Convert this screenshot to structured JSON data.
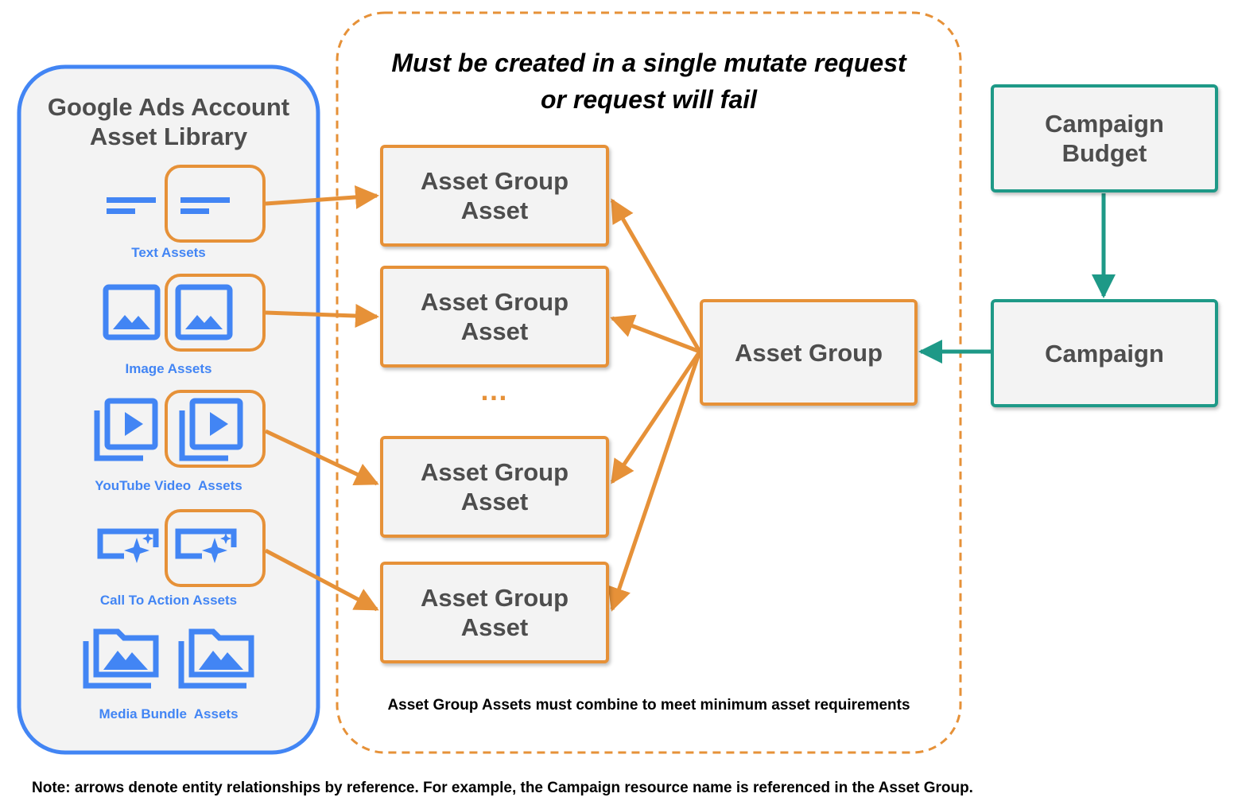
{
  "colors": {
    "library_border": "#4285f4",
    "asset_blue": "#4285f4",
    "orange": "#e69138",
    "teal": "#1e9987",
    "panel_fill": "#f3f3f3",
    "text_gray": "#4d4d4d"
  },
  "library": {
    "title_line1": "Google Ads Account",
    "title_line2": "Asset Library",
    "groups": [
      {
        "label": "Text Assets",
        "icon": "text-lines-icon"
      },
      {
        "label": "Image Assets",
        "icon": "image-icon"
      },
      {
        "label": "YouTube Video  Assets",
        "icon": "video-library-icon"
      },
      {
        "label": "Call To Action Assets",
        "icon": "call-to-action-icon"
      },
      {
        "label": "Media Bundle  Assets",
        "icon": "folder-image-icon"
      }
    ]
  },
  "mutate_group": {
    "title_line1": "Must be created in a single mutate request",
    "title_line2": "or request will fail",
    "note": "Asset Group Assets must combine to meet minimum asset requirements",
    "ellipsis": "…"
  },
  "nodes": {
    "asset_group_asset_1": {
      "line1": "Asset Group",
      "line2": "Asset"
    },
    "asset_group_asset_2": {
      "line1": "Asset Group",
      "line2": "Asset"
    },
    "asset_group_asset_3": {
      "line1": "Asset Group",
      "line2": "Asset"
    },
    "asset_group_asset_4": {
      "line1": "Asset Group",
      "line2": "Asset"
    },
    "asset_group": {
      "label": "Asset Group"
    },
    "campaign_budget": {
      "line1": "Campaign",
      "line2": "Budget"
    },
    "campaign": {
      "label": "Campaign"
    }
  },
  "edges": [
    {
      "from": "text-asset",
      "to": "asset_group_asset_1"
    },
    {
      "from": "image-asset",
      "to": "asset_group_asset_2"
    },
    {
      "from": "youtube-video-asset",
      "to": "asset_group_asset_3"
    },
    {
      "from": "call-to-action-asset",
      "to": "asset_group_asset_4"
    },
    {
      "from": "asset_group",
      "to": "asset_group_asset_1"
    },
    {
      "from": "asset_group",
      "to": "asset_group_asset_2"
    },
    {
      "from": "asset_group",
      "to": "asset_group_asset_3"
    },
    {
      "from": "asset_group",
      "to": "asset_group_asset_4"
    },
    {
      "from": "campaign",
      "to": "asset_group"
    },
    {
      "from": "campaign_budget",
      "to": "campaign"
    }
  ],
  "footnote": "Note: arrows denote entity relationships by reference. For example, the Campaign resource name is referenced in the Asset Group."
}
